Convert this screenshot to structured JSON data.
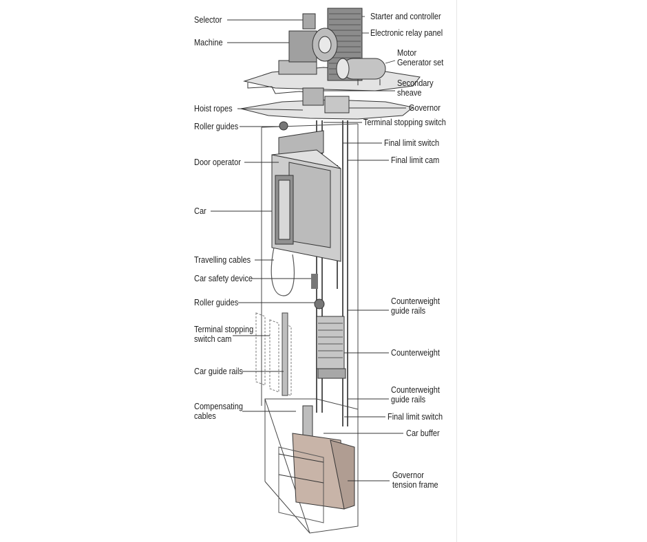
{
  "labels": {
    "selector": "Selector",
    "machine": "Machine",
    "hoist_ropes": "Hoist ropes",
    "roller_guides_top": "Roller guides",
    "door_operator": "Door operator",
    "car": "Car",
    "travelling_cables": "Travelling cables",
    "car_safety_device": "Car safety device",
    "roller_guides_bottom": "Roller guides",
    "terminal_stopping_switch_cam": [
      "Terminal stopping",
      "switch cam"
    ],
    "car_guide_rails": "Car guide rails",
    "compensating_cables": [
      "Compensating",
      "cables"
    ],
    "starter_and_controller": "Starter and controller",
    "electronic_relay_panel": "Electronic relay panel",
    "motor_generator_set": [
      "Motor",
      "Generator set"
    ],
    "secondary_sheave": [
      "Secondary",
      "sheave"
    ],
    "governor": "Governor",
    "terminal_stopping_switch": "Terminal stopping switch",
    "final_limit_switch_top": "Final limit switch",
    "final_limit_cam": "Final limit cam",
    "counterweight_guide_rails_top": [
      "Counterweight",
      "guide rails"
    ],
    "counterweight": "Counterweight",
    "counterweight_guide_rails_bottom": [
      "Counterweight",
      "guide rails"
    ],
    "final_limit_switch_bottom": "Final limit switch",
    "car_buffer": "Car buffer",
    "governor_tension_frame": [
      "Governor",
      "tension frame"
    ]
  }
}
